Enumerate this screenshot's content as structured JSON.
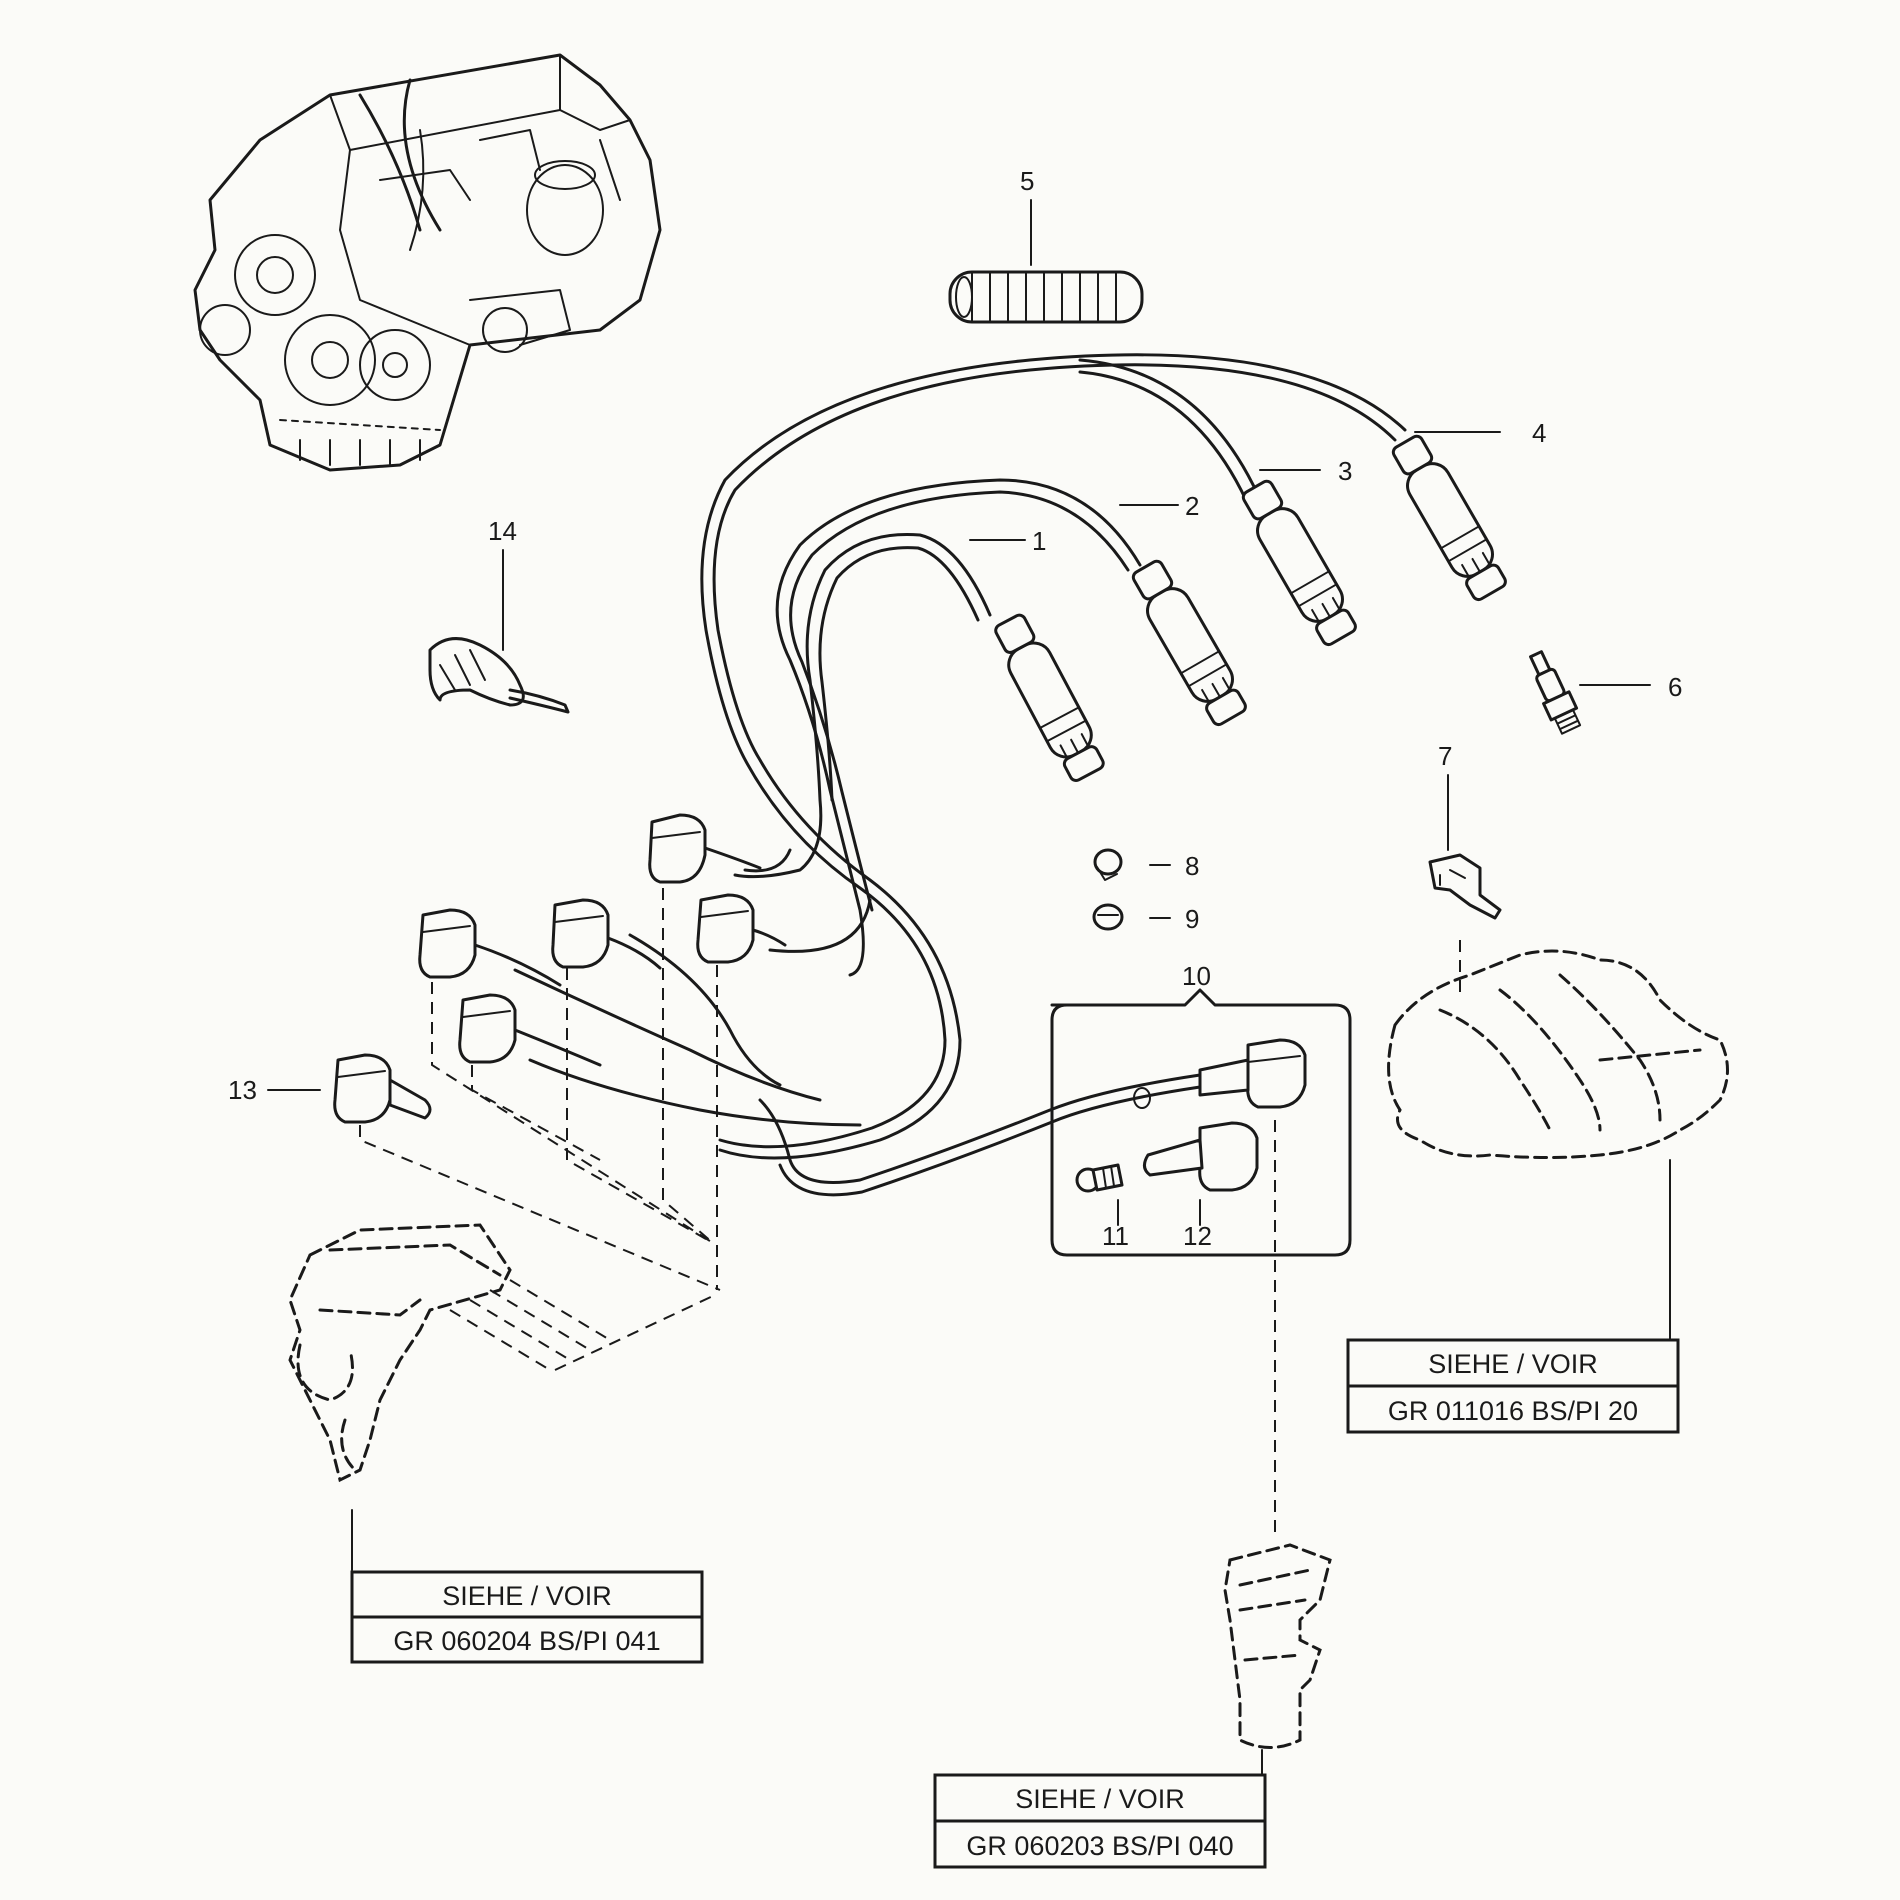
{
  "callouts": {
    "c1": "1",
    "c2": "2",
    "c3": "3",
    "c4": "4",
    "c5": "5",
    "c6": "6",
    "c7": "7",
    "c8": "8",
    "c9": "9",
    "c10": "10",
    "c11": "11",
    "c12": "12",
    "c13": "13",
    "c14": "14"
  },
  "references": {
    "manifold": {
      "heading": "SIEHE / VOIR",
      "code": "GR  011016  BS/PI  20"
    },
    "coil": {
      "heading": "SIEHE / VOIR",
      "code": "GR  060204  BS/PI  041"
    },
    "distributor": {
      "heading": "SIEHE / VOIR",
      "code": "GR  060203  BS/PI  040"
    }
  }
}
